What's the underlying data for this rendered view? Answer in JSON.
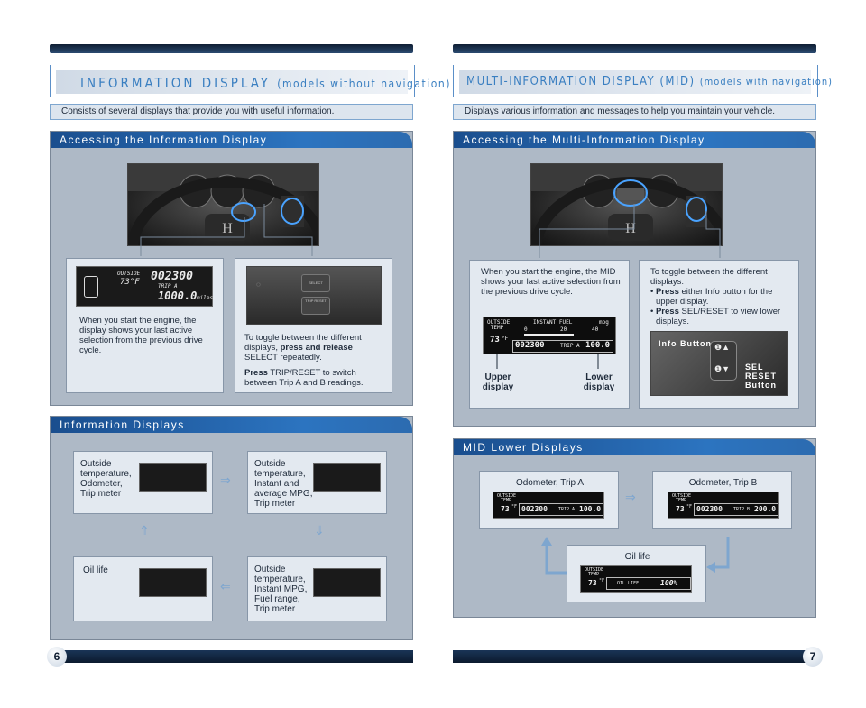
{
  "left": {
    "title": "INFORMATION DISPLAY",
    "title_sub": "(models without navigation)",
    "subtitle": "Consists of several displays that provide you with useful information.",
    "access_heading": "Accessing the Information Display",
    "card1_text": "When you start the engine, the display shows your last active selection from the previous drive cycle.",
    "card2_prefix": "To toggle between the different displays,",
    "card2_bold": "press and release",
    "card2_mid": "SELECT repeatedly.",
    "card2_press": "Press",
    "card2_rest": "TRIP/RESET to switch between Trip A and B readings.",
    "displays_heading": "Information Displays",
    "box1": "Outside temperature, Odometer, Trip meter",
    "box2": "Outside temperature, Instant and average MPG, Trip meter",
    "box3": "Oil life",
    "box4": "Outside temperature, Instant MPG, Fuel range, Trip meter",
    "lcd_main": {
      "outside": "OUTSIDE",
      "temp": "73°F",
      "odo": "002300",
      "trip": "TRIP A",
      "miles": "1000.0",
      "unit": "miles"
    },
    "btn_select": "SELECT",
    "btn_trip": "TRIP RESET",
    "page_number": "6"
  },
  "right": {
    "title": "MULTI-INFORMATION DISPLAY (MID)",
    "title_sub": "(models with navigation)",
    "subtitle": "Displays various information and messages to help you maintain your vehicle.",
    "access_heading": "Accessing the Multi-Information Display",
    "card1_text": "When you start the engine, the MID shows your last active selection from the previous drive cycle.",
    "card2_intro": "To toggle between the different displays:",
    "card2_b1_bold": "Press",
    "card2_b1_rest": "either Info button for the upper display.",
    "card2_b2_bold": "Press",
    "card2_b2_rest": "SEL/RESET to view lower displays.",
    "upper_label": "Upper display",
    "lower_label": "Lower display",
    "info_buttons": "Info Buttons",
    "sel_reset": "SEL RESET Button",
    "mid_lcd": {
      "outside": "OUTSIDE TEMP",
      "instant": "INSTANT FUEL",
      "mpg": "mpg",
      "temp": "73",
      "unit": "°F",
      "scale0": "0",
      "scale20": "20",
      "scale40": "40",
      "odo": "002300",
      "trip": "TRIP A",
      "trip_val": "100.0"
    },
    "lower_heading": "MID Lower Displays",
    "odo_a_label": "Odometer, Trip A",
    "odo_b_label": "Odometer, Trip B",
    "oil_label": "Oil life",
    "odo_a": {
      "outside": "OUTSIDE TEMP",
      "temp": "73",
      "unit": "°F",
      "odo": "002300",
      "trip": "TRIP A",
      "val": "100.0"
    },
    "odo_b": {
      "outside": "OUTSIDE TEMP",
      "temp": "73",
      "unit": "°F",
      "odo": "002300",
      "trip": "TRIP B",
      "val": "200.0"
    },
    "oil": {
      "outside": "OUTSIDE TEMP",
      "temp": "73",
      "unit": "°F",
      "label": "OIL LIFE",
      "val": "100%"
    },
    "page_number": "7"
  }
}
